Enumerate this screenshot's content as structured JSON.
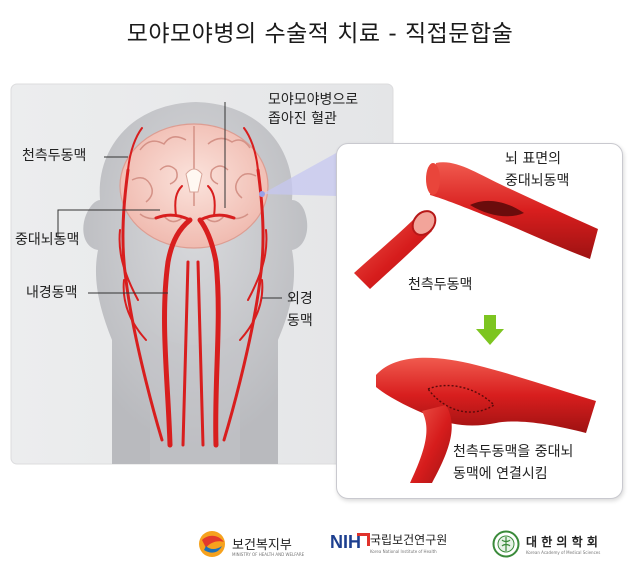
{
  "title": "모야모야병의 수술적 치료 - 직접문합술",
  "head_labels": {
    "superficial_temporal": "천측두동맥",
    "middle_cerebral": "중대뇌동맥",
    "internal_carotid": "내경동맥",
    "external_carotid": [
      "외경",
      "동맥"
    ],
    "narrowed_vessel": [
      "모야모야병으로",
      "좁아진 혈관"
    ]
  },
  "detail_labels": {
    "brain_surface_mca": [
      "뇌 표면의",
      "중대뇌동맥"
    ],
    "sta": "천측두동맥",
    "result": [
      "천측두동맥을 중대뇌",
      "동맥에 연결시킴"
    ]
  },
  "logos": {
    "mohw": {
      "name": "보건복지부",
      "sub": "MINISTRY OF HEALTH AND WELFARE"
    },
    "nih": {
      "mark": "NIH",
      "name": "국립보건연구원",
      "sub": "Korea National Institute of Health"
    },
    "kams": {
      "name": "대 한 의 학 회",
      "sub": "Korean Academy of Medical Sciences"
    }
  },
  "colors": {
    "artery": "#d81e1e",
    "artery_dark": "#a31414",
    "brain": "#f3c9c1",
    "head_bg": "#cfd0d4",
    "arrow": "#7dc520"
  }
}
